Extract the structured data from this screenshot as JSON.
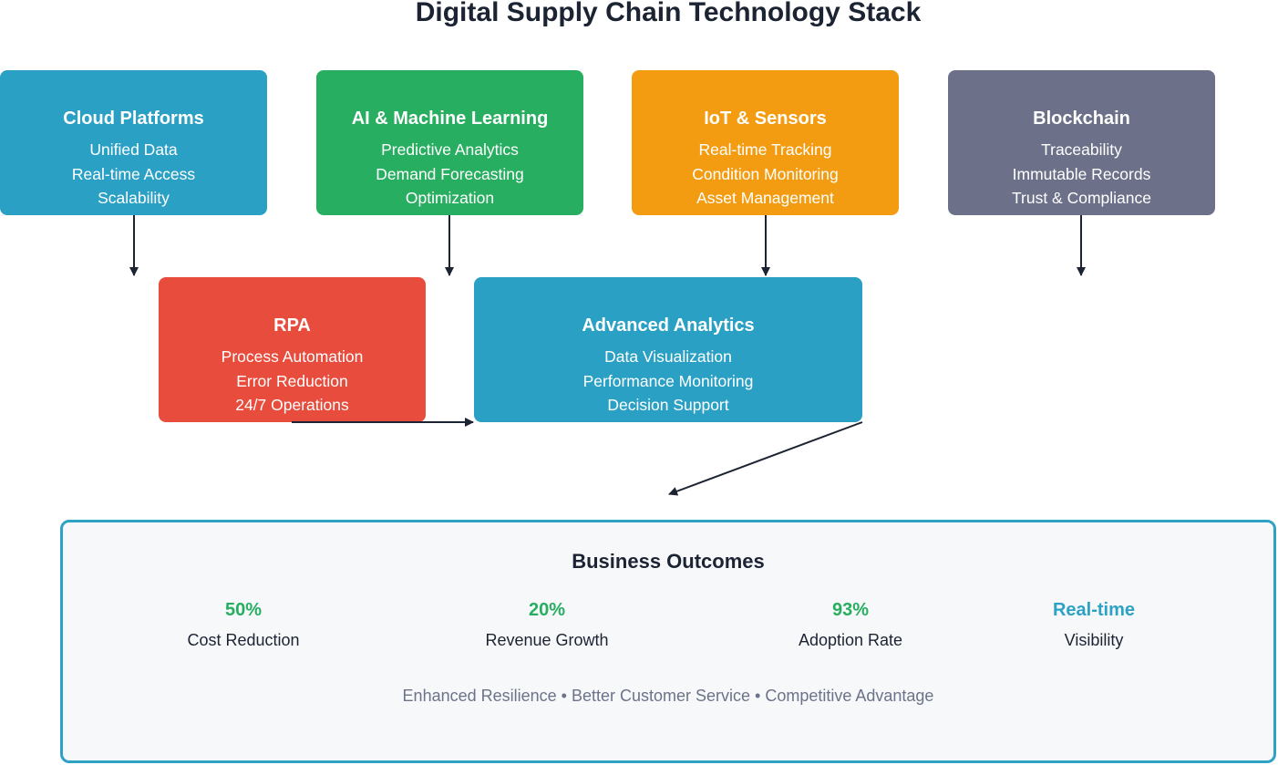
{
  "title": "Digital Supply Chain Technology Stack",
  "colors": {
    "cloud": "#2ba0c5",
    "ai": "#27ae60",
    "iot": "#f39c12",
    "blockchain": "#6c7089",
    "rpa": "#e74c3c",
    "analytics": "#2ba0c5",
    "arrow": "#1c2333",
    "outcome_border": "#2ea2c4",
    "metric_green": "#27ae60",
    "metric_blue": "#2ea2c4"
  },
  "cards": {
    "cloud": {
      "title": "Cloud Platforms",
      "lines": [
        "Unified Data",
        "Real-time Access",
        "Scalability"
      ]
    },
    "ai": {
      "title": "AI & Machine Learning",
      "lines": [
        "Predictive Analytics",
        "Demand Forecasting",
        "Optimization"
      ]
    },
    "iot": {
      "title": "IoT & Sensors",
      "lines": [
        "Real-time Tracking",
        "Condition Monitoring",
        "Asset Management"
      ]
    },
    "blockchain": {
      "title": "Blockchain",
      "lines": [
        "Traceability",
        "Immutable Records",
        "Trust & Compliance"
      ]
    },
    "rpa": {
      "title": "RPA",
      "lines": [
        "Process Automation",
        "Error Reduction",
        "24/7 Operations"
      ]
    },
    "analytics": {
      "title": "Advanced Analytics",
      "lines": [
        "Data Visualization",
        "Performance Monitoring",
        "Decision Support"
      ]
    }
  },
  "outcomes": {
    "title": "Business Outcomes",
    "metrics": [
      {
        "value": "50%",
        "label": "Cost Reduction"
      },
      {
        "value": "20%",
        "label": "Revenue Growth"
      },
      {
        "value": "93%",
        "label": "Adoption Rate"
      },
      {
        "value": "Real-time",
        "label": "Visibility"
      }
    ],
    "tagline": "Enhanced Resilience • Better Customer Service • Competitive Advantage"
  }
}
